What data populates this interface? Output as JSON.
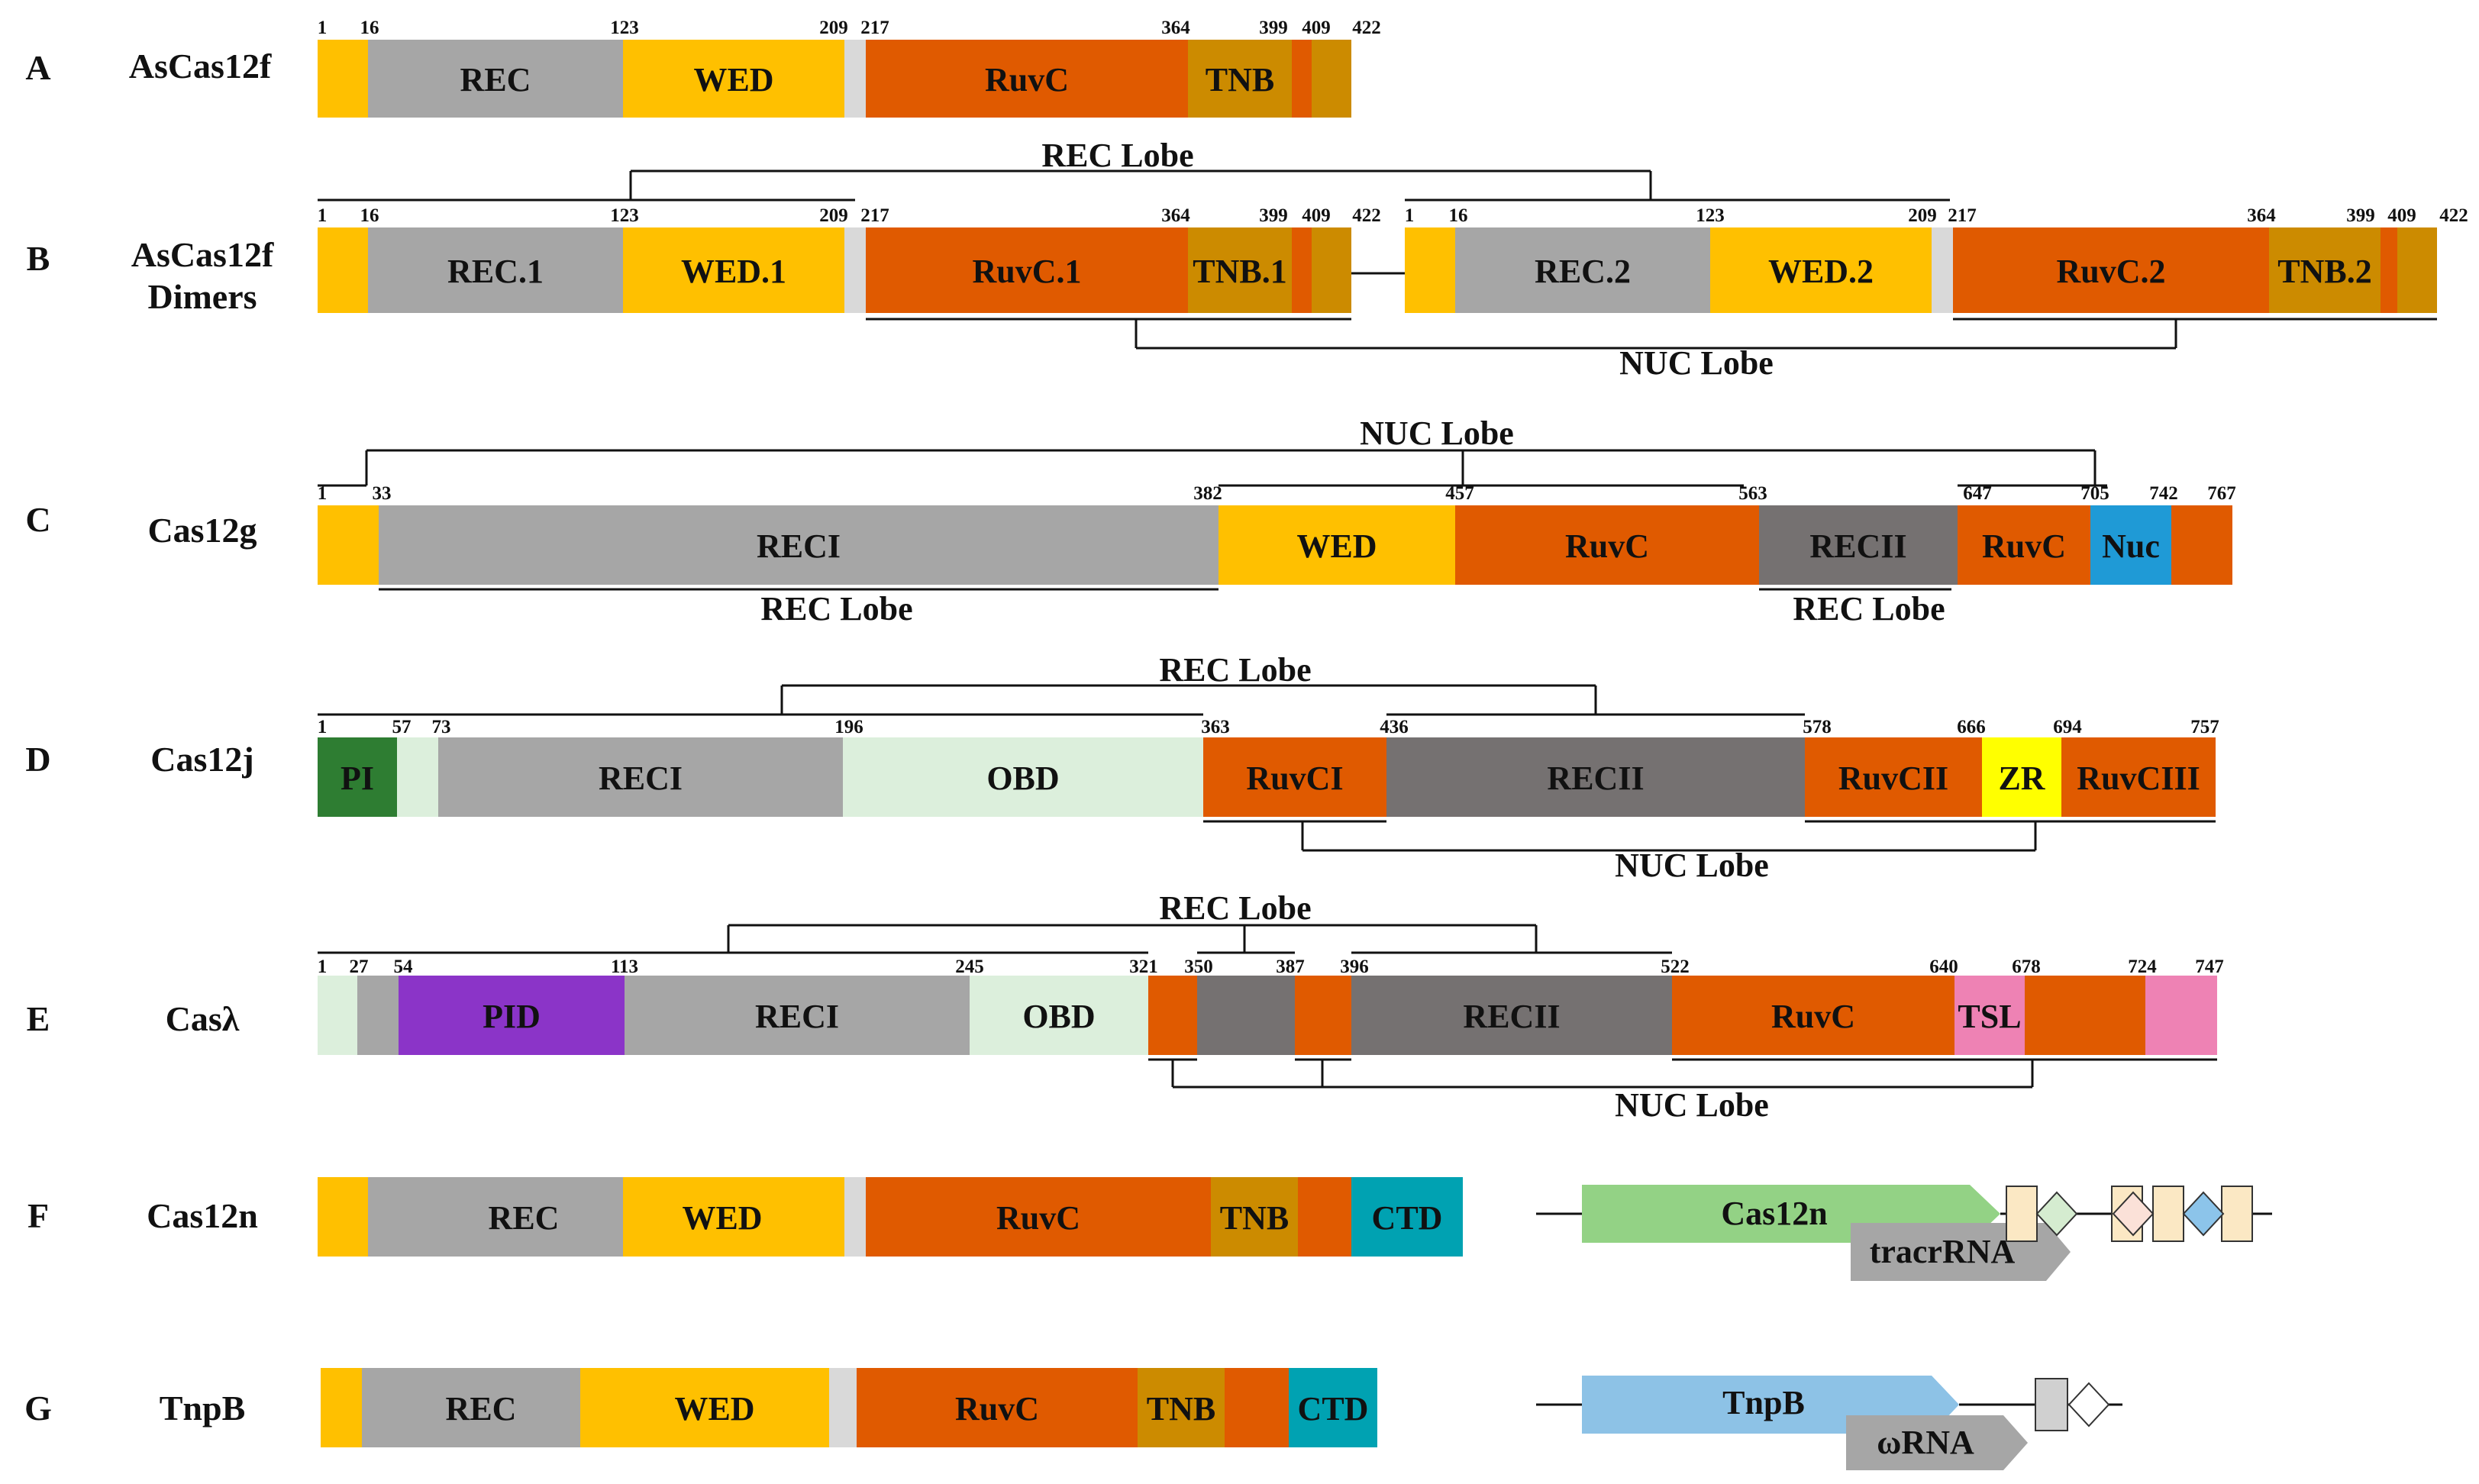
{
  "colors": {
    "REC": "#a6a6a6",
    "RECII": "#757171",
    "WED": "#ffc000",
    "RuvC": "#e05a00",
    "TNB": "#cc8b00",
    "linker": "#d9d9d9",
    "Nuc": "#1f9ad6",
    "PI": "#2e7d32",
    "OBD_light": "#dcefdc",
    "ZR": "#ffff00",
    "PID": "#8b34c8",
    "TSL": "#ee82b4",
    "CTD": "#00a2b2",
    "gene_cas12n": "#93d285",
    "gene_tnpb": "#8dc2e6",
    "rna_arrow": "#a6a6a6",
    "box_cream": "#fbe8c4",
    "box_peach": "#fbe1d8",
    "box_blue": "#8cc4ea",
    "box_grey": "#d0d0d0",
    "diamond_green": "#d5ecd0"
  },
  "rows": [
    {
      "id": "A",
      "letter": "A",
      "name_lines": [
        "AsCas12f"
      ],
      "domains": [
        {
          "label": "REC"
        },
        {
          "label": "WED"
        },
        {
          "label": "RuvC"
        },
        {
          "label": "TNB"
        }
      ],
      "numbers": [
        "1",
        "16",
        "123",
        "209",
        "217",
        "364",
        "399",
        "409",
        "422"
      ]
    },
    {
      "id": "B",
      "letter": "B",
      "name_lines": [
        "AsCas12f",
        "Dimers"
      ],
      "domains": [
        {
          "label": "REC.1"
        },
        {
          "label": "WED.1"
        },
        {
          "label": "RuvC.1"
        },
        {
          "label": "TNB.1"
        },
        {
          "label": "REC.2"
        },
        {
          "label": "WED.2"
        },
        {
          "label": "RuvC.2"
        },
        {
          "label": "TNB.2"
        }
      ],
      "numbers": [
        "1",
        "16",
        "123",
        "209",
        "217",
        "364",
        "399",
        "409",
        "422",
        "1",
        "16",
        "123",
        "209",
        "217",
        "364",
        "399",
        "409",
        "422"
      ],
      "lobes": [
        "REC Lobe",
        "NUC Lobe"
      ]
    },
    {
      "id": "C",
      "letter": "C",
      "name_lines": [
        "Cas12g"
      ],
      "domains": [
        {
          "label": "RECI"
        },
        {
          "label": "WED"
        },
        {
          "label": "RuvC"
        },
        {
          "label": "RECII"
        },
        {
          "label": "RuvC"
        },
        {
          "label": "Nuc"
        }
      ],
      "numbers": [
        "1",
        "33",
        "382",
        "457",
        "563",
        "647",
        "705",
        "742",
        "767"
      ],
      "lobes": [
        "NUC Lobe",
        "REC Lobe",
        "REC Lobe"
      ]
    },
    {
      "id": "D",
      "letter": "D",
      "name_lines": [
        "Cas12j"
      ],
      "domains": [
        {
          "label": "PI"
        },
        {
          "label": "RECI"
        },
        {
          "label": "OBD"
        },
        {
          "label": "RuvCI"
        },
        {
          "label": "RECII"
        },
        {
          "label": "RuvCII"
        },
        {
          "label": "ZR"
        },
        {
          "label": "RuvCIII"
        }
      ],
      "numbers": [
        "1",
        "57",
        "73",
        "196",
        "363",
        "436",
        "578",
        "666",
        "694",
        "757"
      ],
      "lobes": [
        "REC Lobe",
        "NUC Lobe"
      ]
    },
    {
      "id": "E",
      "letter": "E",
      "name_lines": [
        "Casλ"
      ],
      "domains": [
        {
          "label": "PID"
        },
        {
          "label": "RECI"
        },
        {
          "label": "OBD"
        },
        {
          "label": "RECII"
        },
        {
          "label": "RuvC"
        },
        {
          "label": "TSL"
        }
      ],
      "numbers": [
        "1",
        "27",
        "54",
        "113",
        "245",
        "321",
        "350",
        "387",
        "396",
        "522",
        "640",
        "678",
        "724",
        "747"
      ],
      "lobes": [
        "REC Lobe",
        "NUC Lobe"
      ]
    },
    {
      "id": "F",
      "letter": "F",
      "name_lines": [
        "Cas12n"
      ],
      "domains": [
        {
          "label": "REC"
        },
        {
          "label": "WED"
        },
        {
          "label": "RuvC"
        },
        {
          "label": "TNB"
        },
        {
          "label": "CTD"
        }
      ],
      "locus": {
        "gene": "Cas12n",
        "rna": "tracrRNA"
      }
    },
    {
      "id": "G",
      "letter": "G",
      "name_lines": [
        "TnpB"
      ],
      "domains": [
        {
          "label": "REC"
        },
        {
          "label": "WED"
        },
        {
          "label": "RuvC"
        },
        {
          "label": "TNB"
        },
        {
          "label": "CTD"
        }
      ],
      "locus": {
        "gene": "TnpB",
        "rna": "ωRNA"
      }
    }
  ]
}
